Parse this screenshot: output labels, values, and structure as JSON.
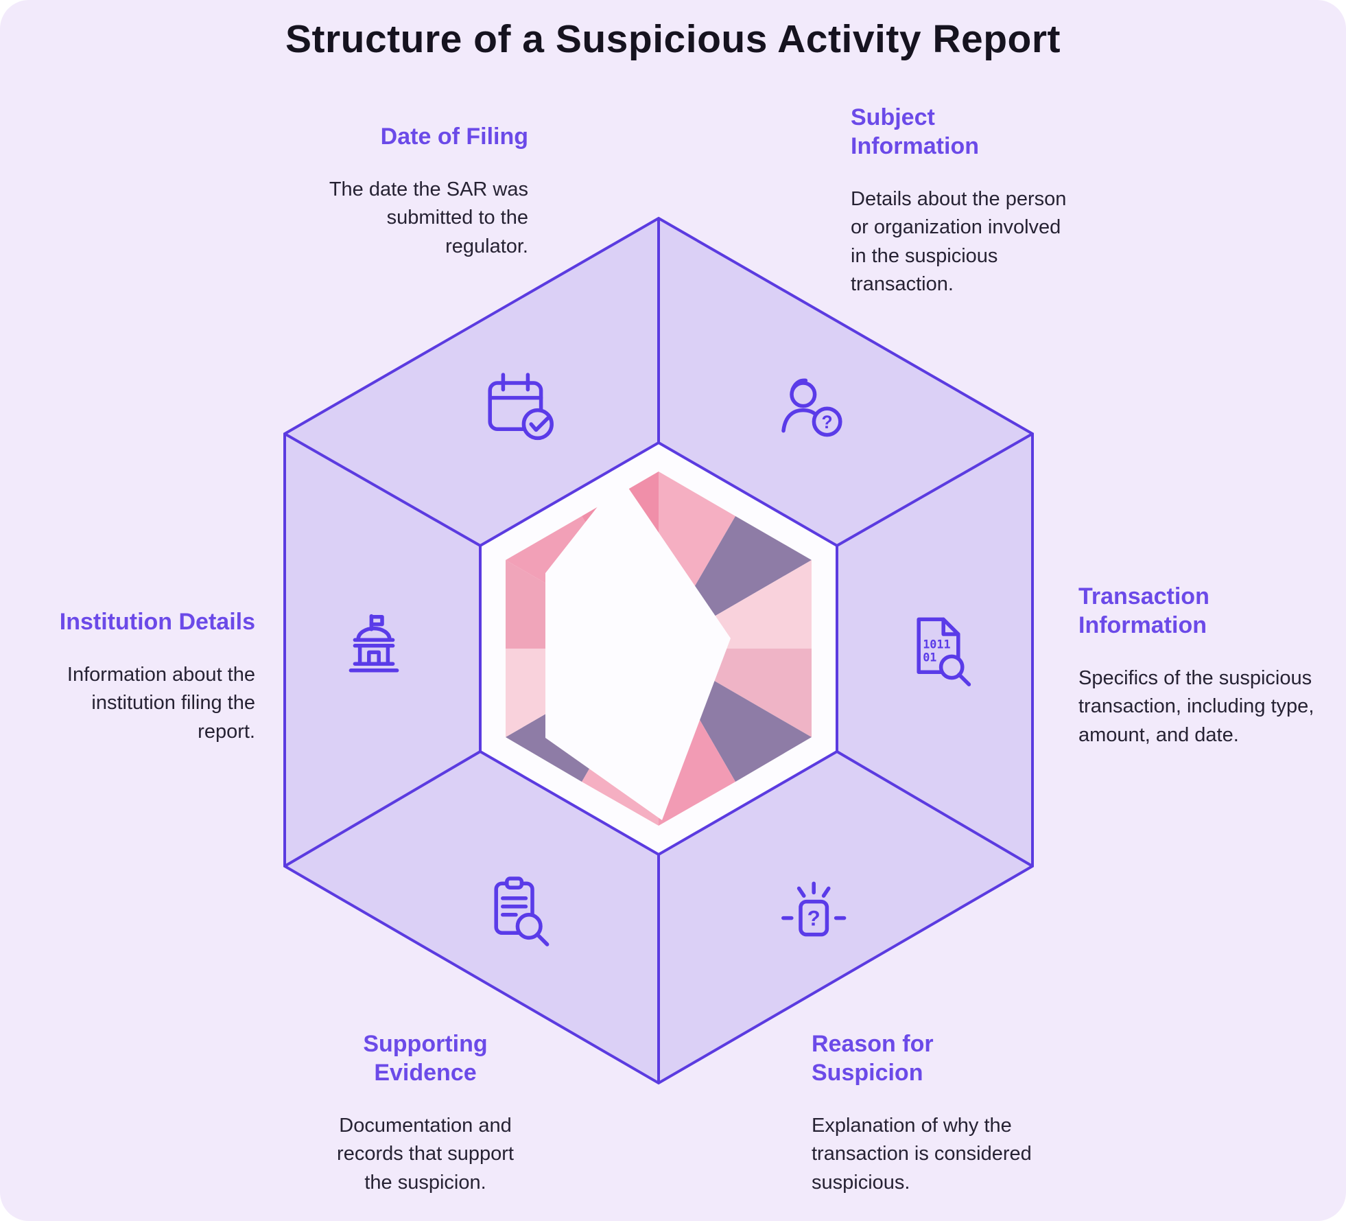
{
  "title": "Structure of a Suspicious Activity Report",
  "colors": {
    "background": "#F2EAFB",
    "segment_fill": "#DBD0F6",
    "hexagon_stroke": "#5B3BE0",
    "heading_purple": "#6B4AE8",
    "body_text": "#262233",
    "logo_pinks": [
      "#F08FA9",
      "#F5AFC2",
      "#F9D2DC",
      "#EFB4C6",
      "#F2A0B7"
    ],
    "logo_gray_purple": "#8E7CA6"
  },
  "sections": [
    {
      "id": "date-of-filing",
      "heading": "Date of Filing",
      "body": "The date the SAR was submitted to the regulator.",
      "icon": "calendar-check-icon"
    },
    {
      "id": "subject-information",
      "heading": "Subject Information",
      "body": "Details about the person or organization involved in the suspicious transaction.",
      "icon": "person-question-icon"
    },
    {
      "id": "transaction-information",
      "heading": "Transaction Information",
      "body": "Specifics of the suspicious transaction, including type, amount, and date.",
      "icon": "binary-document-search-icon"
    },
    {
      "id": "reason-for-suspicion",
      "heading": "Reason for Suspicion",
      "body": "Explanation of why the transaction is considered suspicious.",
      "icon": "question-alert-icon"
    },
    {
      "id": "supporting-evidence",
      "heading": "Supporting Evidence",
      "body": "Documentation and records that support the suspicion.",
      "icon": "clipboard-search-icon"
    },
    {
      "id": "institution-details",
      "heading": "Institution Details",
      "body": "Information about the institution filing the report.",
      "icon": "bank-building-icon"
    }
  ]
}
